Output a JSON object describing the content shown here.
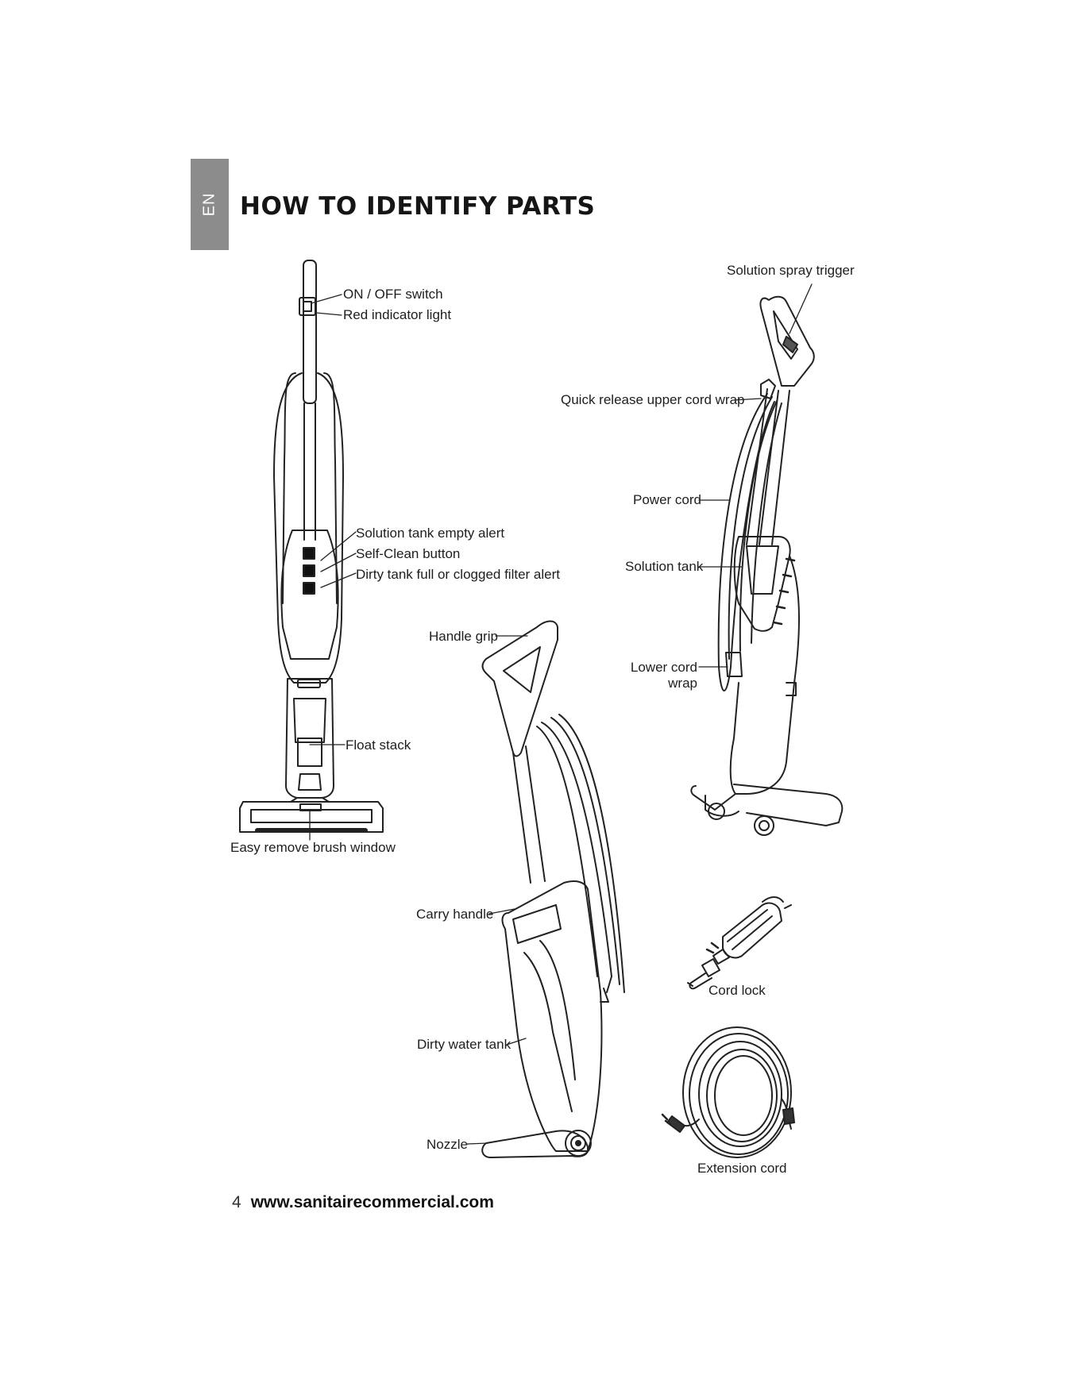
{
  "language_tab": "EN",
  "title": "HOW TO IDENTIFY PARTS",
  "labels": {
    "on_off_switch": "ON / OFF switch",
    "red_indicator_light": "Red indicator light",
    "solution_tank_empty_alert": "Solution tank empty alert",
    "self_clean_button": "Self-Clean button",
    "dirty_tank_full_alert": "Dirty tank full or clogged filter alert",
    "float_stack": "Float stack",
    "easy_remove_brush_window": "Easy remove brush window",
    "handle_grip": "Handle grip",
    "carry_handle": "Carry handle",
    "dirty_water_tank": "Dirty water tank",
    "nozzle": "Nozzle",
    "solution_spray_trigger": "Solution spray trigger",
    "quick_release_upper_cord_wrap": "Quick release upper cord wrap",
    "power_cord": "Power cord",
    "solution_tank": "Solution tank",
    "lower_cord_wrap_line1": "Lower cord",
    "lower_cord_wrap_line2": "wrap",
    "cord_lock": "Cord lock",
    "extension_cord": "Extension cord"
  },
  "footer": {
    "page_number": "4",
    "website": "www.sanitairecommercial.com"
  }
}
